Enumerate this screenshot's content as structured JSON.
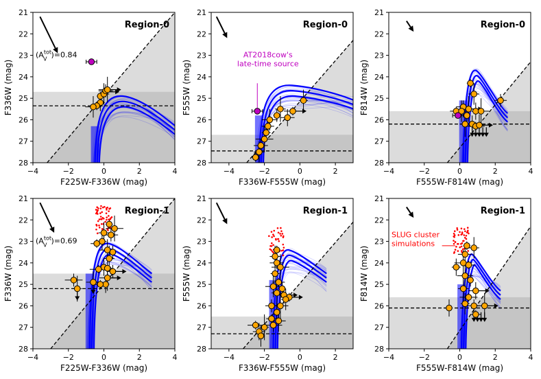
{
  "colors": {
    "model_tracks": "#0000ff",
    "data_points": "#ffa500",
    "late_time_source": "#bf00bf",
    "slug_sims": "#ff0000",
    "shade": "#9a9a9a"
  },
  "chart_data": [
    {
      "type": "scatter",
      "xlabel": "F225W-F336W (mag)",
      "ylabel": "F336W (mag)",
      "region": "Region-0",
      "xlim": [
        -4,
        4
      ],
      "ylim": [
        28,
        21
      ],
      "xticks": [
        -4,
        -2,
        0,
        2,
        4
      ],
      "yticks": [
        21,
        22,
        23,
        24,
        25,
        26,
        27,
        28
      ],
      "av_label": "(A",
      "av_sup": "tot",
      "av_sub": "V",
      "av_value": ")=0.84",
      "hline": 25.35,
      "diag": [
        [
          -3.2,
          28
        ],
        [
          4,
          21
        ]
      ],
      "shade_mag": 24.7,
      "arrow": [
        [
          -3.6,
          21.2
        ],
        [
          -2.6,
          22.9
        ]
      ],
      "points": [
        [
          -0.2,
          24.9
        ],
        [
          0.0,
          24.8
        ],
        [
          0.1,
          24.65
        ],
        [
          0.2,
          24.6
        ],
        [
          -0.2,
          25.2
        ],
        [
          -0.4,
          25.35
        ],
        [
          -0.6,
          25.4
        ]
      ],
      "right_arrows": [
        [
          0.2,
          24.6
        ],
        [
          0.1,
          24.7
        ]
      ],
      "down_arrows": [],
      "special": [
        [
          -0.7,
          23.3
        ]
      ],
      "annot_text": [],
      "slug_label": [],
      "tracks": {
        "x0": -0.5,
        "y0": 28,
        "top": 24.8,
        "xe": 4,
        "ye": 26.3
      }
    },
    {
      "type": "scatter",
      "xlabel": "F336W-F555W (mag)",
      "ylabel": "F555W (mag)",
      "region": "Region-0",
      "xlim": [
        -5,
        3
      ],
      "ylim": [
        28,
        21
      ],
      "xticks": [
        -4,
        -2,
        0,
        2
      ],
      "yticks": [
        21,
        22,
        23,
        24,
        25,
        26,
        27,
        28
      ],
      "av_label": "",
      "av_sup": "",
      "av_sub": "",
      "av_value": "",
      "hline": 27.45,
      "diag": [
        [
          -3.0,
          28
        ],
        [
          3,
          22.3
        ]
      ],
      "shade_mag": 26.7,
      "arrow": [
        [
          -4.7,
          21.2
        ],
        [
          -4.1,
          22.2
        ]
      ],
      "points": [
        [
          -2.5,
          27.75
        ],
        [
          -2.3,
          27.5
        ],
        [
          -2.2,
          27.2
        ],
        [
          -2.0,
          26.9
        ],
        [
          -1.9,
          26.6
        ],
        [
          -1.8,
          26.3
        ],
        [
          -1.7,
          26.0
        ],
        [
          -1.3,
          25.8
        ],
        [
          -1.1,
          25.5
        ],
        [
          -0.7,
          25.9
        ],
        [
          -0.4,
          25.6
        ],
        [
          0.2,
          25.1
        ]
      ],
      "right_arrows": [
        [
          -0.4,
          25.6
        ]
      ],
      "down_arrows": [],
      "special": [
        [
          -2.4,
          25.6
        ]
      ],
      "annot_text": [
        "AT2018cow's",
        "late-time source"
      ],
      "slug_label": [],
      "tracks": {
        "x0": -2.3,
        "y0": 28,
        "top": 24.3,
        "xe": 3,
        "ye": 25.0
      }
    },
    {
      "type": "scatter",
      "xlabel": "F555W-F814W (mag)",
      "ylabel": "F814W (mag)",
      "region": "Region-0",
      "xlim": [
        -4,
        4
      ],
      "ylim": [
        28,
        21
      ],
      "xticks": [
        -4,
        -2,
        0,
        2,
        4
      ],
      "yticks": [
        21,
        22,
        23,
        24,
        25,
        26,
        27,
        28
      ],
      "av_label": "",
      "av_sup": "",
      "av_sub": "",
      "av_value": "",
      "hline": 26.2,
      "diag": [
        [
          -0.7,
          28
        ],
        [
          4,
          23.3
        ]
      ],
      "shade_mag": 25.6,
      "arrow": [
        [
          -3.0,
          21.4
        ],
        [
          -2.6,
          21.9
        ]
      ],
      "points": [
        [
          0.6,
          24.3
        ],
        [
          0.8,
          24.8
        ],
        [
          0.2,
          25.4
        ],
        [
          0.5,
          25.5
        ],
        [
          0.9,
          25.6
        ],
        [
          -0.2,
          25.6
        ],
        [
          0.1,
          25.6
        ],
        [
          0.4,
          25.8
        ],
        [
          0.3,
          26.2
        ],
        [
          0.7,
          26.2
        ],
        [
          0.9,
          26.3
        ],
        [
          1.1,
          26.25
        ],
        [
          2.3,
          25.1
        ],
        [
          1.2,
          25.6
        ]
      ],
      "right_arrows": [
        [
          0.5,
          25.5
        ],
        [
          1.1,
          26.25
        ]
      ],
      "down_arrows": [
        [
          0.7,
          26.35
        ],
        [
          0.9,
          26.35
        ],
        [
          1.1,
          26.35
        ],
        [
          1.3,
          26.35
        ],
        [
          1.5,
          26.35
        ]
      ],
      "special": [
        [
          -0.1,
          25.8
        ]
      ],
      "annot_text": [],
      "slug_label": [],
      "tracks": {
        "x0": 0.2,
        "y0": 28,
        "top": 23.6,
        "xe": 2.2,
        "ye": 25.4
      }
    },
    {
      "type": "scatter",
      "xlabel": "F225W-F336W (mag)",
      "ylabel": "F336W (mag)",
      "region": "Region-1",
      "xlim": [
        -4,
        4
      ],
      "ylim": [
        28,
        21
      ],
      "xticks": [
        -4,
        -2,
        0,
        2,
        4
      ],
      "yticks": [
        21,
        22,
        23,
        24,
        25,
        26,
        27,
        28
      ],
      "av_label": "(A",
      "av_sup": "tot",
      "av_sub": "V",
      "av_value": ")=0.69",
      "hline": 25.2,
      "diag": [
        [
          -3.0,
          28
        ],
        [
          4,
          21
        ]
      ],
      "shade_mag": 24.5,
      "arrow": [
        [
          -3.6,
          21.2
        ],
        [
          -2.8,
          22.6
        ]
      ],
      "points": [
        [
          0.3,
          22.2
        ],
        [
          0.0,
          22.6
        ],
        [
          0.4,
          22.7
        ],
        [
          0.6,
          22.4
        ],
        [
          -0.1,
          23.0
        ],
        [
          -0.4,
          23.1
        ],
        [
          0.2,
          23.4
        ],
        [
          0.5,
          23.5
        ],
        [
          0.3,
          23.8
        ],
        [
          0.0,
          24.2
        ],
        [
          -0.3,
          24.3
        ],
        [
          0.2,
          24.25
        ],
        [
          0.5,
          24.4
        ],
        [
          0.2,
          24.7
        ],
        [
          0.1,
          25.0
        ],
        [
          -0.2,
          25.0
        ],
        [
          -0.6,
          24.9
        ],
        [
          -1.7,
          24.8
        ],
        [
          -1.5,
          25.2
        ]
      ],
      "right_arrows": [
        [
          0.5,
          24.4
        ],
        [
          0.2,
          24.7
        ]
      ],
      "down_arrows": [
        [
          -1.5,
          25.3
        ],
        [
          -0.6,
          25.0
        ]
      ],
      "special": [],
      "annot_text": [],
      "slug_label": [],
      "sims": {
        "xc": 0.0,
        "yc": 22.0,
        "n": 60
      },
      "tracks": {
        "x0": -0.8,
        "y0": 28,
        "top": 23.0,
        "xe": 2.2,
        "ye": 24.2
      }
    },
    {
      "type": "scatter",
      "xlabel": "F336W-F555W (mag)",
      "ylabel": "F555W (mag)",
      "region": "Region-1",
      "xlim": [
        -5,
        3
      ],
      "ylim": [
        28,
        21
      ],
      "xticks": [
        -4,
        -2,
        0,
        2
      ],
      "yticks": [
        21,
        22,
        23,
        24,
        25,
        26,
        27,
        28
      ],
      "av_label": "",
      "av_sup": "",
      "av_sub": "",
      "av_value": "",
      "hline": 27.3,
      "diag": [
        [
          -3.2,
          28
        ],
        [
          3,
          22.1
        ]
      ],
      "shade_mag": 26.5,
      "arrow": [
        [
          -4.7,
          21.2
        ],
        [
          -4.1,
          22.2
        ]
      ],
      "points": [
        [
          -1.3,
          23.4
        ],
        [
          -1.4,
          23.7
        ],
        [
          -1.3,
          24.0
        ],
        [
          -1.1,
          24.2
        ],
        [
          -1.4,
          24.5
        ],
        [
          -1.2,
          24.9
        ],
        [
          -1.5,
          25.1
        ],
        [
          -1.0,
          25.2
        ],
        [
          -1.3,
          25.4
        ],
        [
          -0.9,
          25.5
        ],
        [
          -0.6,
          25.6
        ],
        [
          -0.8,
          25.7
        ],
        [
          -1.6,
          26.0
        ],
        [
          -1.1,
          26.0
        ],
        [
          -1.3,
          26.3
        ],
        [
          -1.6,
          26.6
        ],
        [
          -1.2,
          26.7
        ],
        [
          -1.5,
          26.9
        ],
        [
          -2.0,
          27.0
        ],
        [
          -2.3,
          27.2
        ],
        [
          -2.5,
          26.9
        ],
        [
          -2.2,
          27.4
        ]
      ],
      "right_arrows": [
        [
          -0.6,
          25.6
        ],
        [
          -0.9,
          25.5
        ]
      ],
      "down_arrows": [],
      "special": [],
      "annot_text": [],
      "slug_label": [],
      "sims": {
        "xc": -1.3,
        "yc": 23.0,
        "n": 40
      },
      "tracks": {
        "x0": -1.5,
        "y0": 28,
        "top": 23.3,
        "xe": 1.0,
        "ye": 24.2
      }
    },
    {
      "type": "scatter",
      "xlabel": "F555W-F814W (mag)",
      "ylabel": "F814W (mag)",
      "region": "Region-1",
      "xlim": [
        -4,
        4
      ],
      "ylim": [
        28,
        21
      ],
      "xticks": [
        -4,
        -2,
        0,
        2,
        4
      ],
      "yticks": [
        21,
        22,
        23,
        24,
        25,
        26,
        27,
        28
      ],
      "av_label": "",
      "av_sup": "",
      "av_sub": "",
      "av_value": "",
      "hline": 26.1,
      "diag": [
        [
          -0.7,
          28
        ],
        [
          4,
          22.3
        ]
      ],
      "shade_mag": 25.6,
      "arrow": [
        [
          -3.0,
          21.4
        ],
        [
          -2.6,
          21.9
        ]
      ],
      "points": [
        [
          0.4,
          23.2
        ],
        [
          0.8,
          23.3
        ],
        [
          0.3,
          23.6
        ],
        [
          0.2,
          24.0
        ],
        [
          -0.2,
          24.2
        ],
        [
          0.5,
          24.1
        ],
        [
          0.3,
          24.6
        ],
        [
          0.6,
          24.8
        ],
        [
          0.2,
          25.2
        ],
        [
          0.9,
          25.3
        ],
        [
          0.5,
          25.6
        ],
        [
          0.3,
          25.9
        ],
        [
          0.8,
          26.0
        ],
        [
          1.4,
          26.0
        ],
        [
          -0.6,
          26.1
        ],
        [
          0.9,
          26.4
        ]
      ],
      "right_arrows": [
        [
          1.4,
          26.0
        ],
        [
          0.9,
          25.3
        ]
      ],
      "down_arrows": [
        [
          0.8,
          26.3
        ],
        [
          1.0,
          26.3
        ],
        [
          1.2,
          26.3
        ],
        [
          1.4,
          26.3
        ]
      ],
      "special": [],
      "annot_text": [],
      "slug_label": [
        "SLUG cluster",
        "simulations"
      ],
      "sims": {
        "xc": 0.1,
        "yc": 23.0,
        "n": 50
      },
      "tracks": {
        "x0": 0.1,
        "y0": 28,
        "top": 23.5,
        "xe": 1.8,
        "ye": 25.0
      }
    }
  ]
}
